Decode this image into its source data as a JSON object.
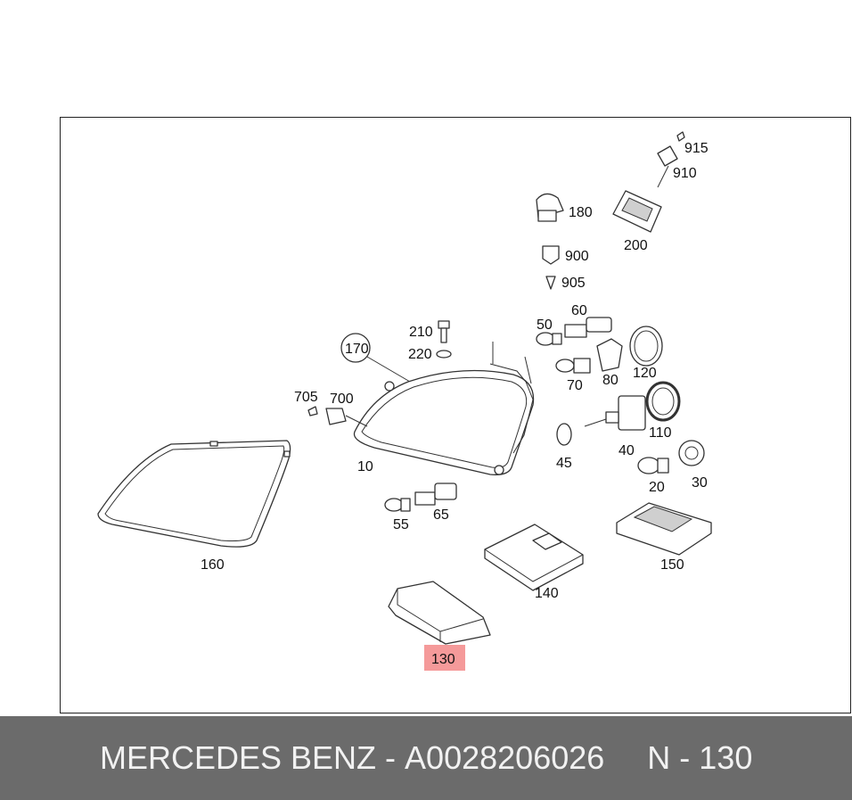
{
  "diagram": {
    "labels": {
      "p915": "915",
      "p910": "910",
      "p180": "180",
      "p200": "200",
      "p900": "900",
      "p905": "905",
      "p210": "210",
      "p220": "220",
      "p170": "170",
      "p50": "50",
      "p60": "60",
      "p80": "80",
      "p120": "120",
      "p70": "70",
      "p705": "705",
      "p700": "700",
      "p10": "10",
      "p40": "40",
      "p110": "110",
      "p45": "45",
      "p20": "20",
      "p30": "30",
      "p55": "55",
      "p65": "65",
      "p160": "160",
      "p150": "150",
      "p140": "140",
      "p130": "130"
    },
    "highlight_color": "#f59a9a"
  },
  "footer": {
    "brand": "MERCEDES BENZ",
    "separator": " - ",
    "part_number": "A0028206026",
    "position": "N - 130"
  }
}
